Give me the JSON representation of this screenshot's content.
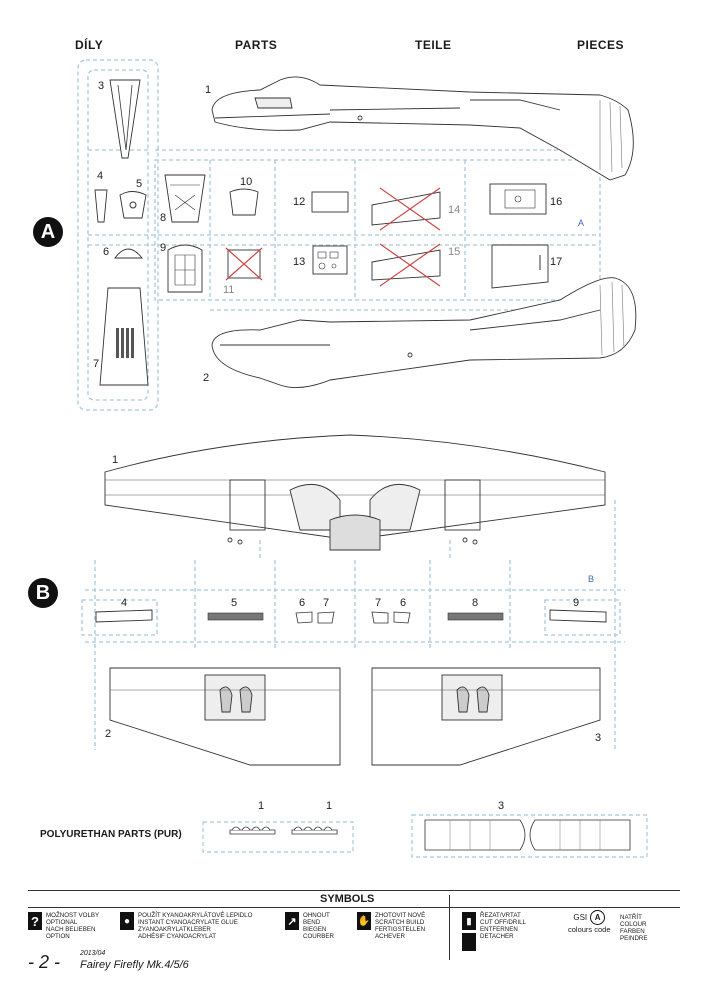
{
  "header": {
    "dily": "DÍLY",
    "parts": "PARTS",
    "teile": "TEILE",
    "pieces": "PIECES"
  },
  "fret_a": {
    "badge": "A",
    "sprue_letter": "A",
    "parts": [
      "1",
      "2",
      "3",
      "4",
      "5",
      "6",
      "7",
      "8",
      "9",
      "10",
      "11",
      "12",
      "13",
      "14",
      "15",
      "16",
      "17"
    ]
  },
  "fret_b": {
    "badge": "B",
    "sprue_letter": "B",
    "parts": [
      "1",
      "2",
      "3",
      "4",
      "5",
      "6",
      "7",
      "7",
      "6",
      "8",
      "9"
    ]
  },
  "pur": {
    "title": "POLYURETHAN PARTS (PUR)",
    "parts": [
      "1",
      "1",
      "3"
    ]
  },
  "symbols": {
    "title": "SYMBOLS",
    "items": [
      {
        "icon": "question-icon",
        "glyph": "?",
        "lines": [
          "MOŽNOST VOLBY",
          "OPTIONAL",
          "NACH BELIEBEN",
          "OPTION"
        ]
      },
      {
        "icon": "glue-drop-icon",
        "glyph": "●",
        "lines": [
          "POUŽÍT KYANOAKRYLÁTOVÉ LEPIDLO",
          "INSTANT CYANOACRYLATE GLUE",
          "ZYANOAKRYLATKLEBER",
          "ADHÉSIF CYANOACRYLAT"
        ]
      },
      {
        "icon": "bend-icon",
        "glyph": "↗",
        "lines": [
          "OHNOUT",
          "BEND",
          "BIEGEN",
          "COURBER"
        ]
      },
      {
        "icon": "scratch-build-icon",
        "glyph": "✋",
        "lines": [
          "ZHOTOVIT NOVÉ",
          "SCRATCH BUILD",
          "FERTIGSTELLEN",
          "ACHEVER"
        ]
      },
      {
        "icon": "cut-icon",
        "glyph": "▮",
        "lines": [
          "ŘEZAT/VRTAT",
          "CUT OFF/DRILL",
          "ENTFERNEN",
          "DETACHER"
        ]
      },
      {
        "icon": "colour-code-icon",
        "glyph": "A",
        "lines": [
          "NATŘÍT",
          "COLOUR",
          "FARBEN",
          "PEINDRE"
        ],
        "gsi": "GSI",
        "colours_code": "colours code"
      }
    ]
  },
  "footer": {
    "page": "- 2 -",
    "date": "2013/04",
    "title": "Fairey Firefly Mk.4/5/6"
  }
}
